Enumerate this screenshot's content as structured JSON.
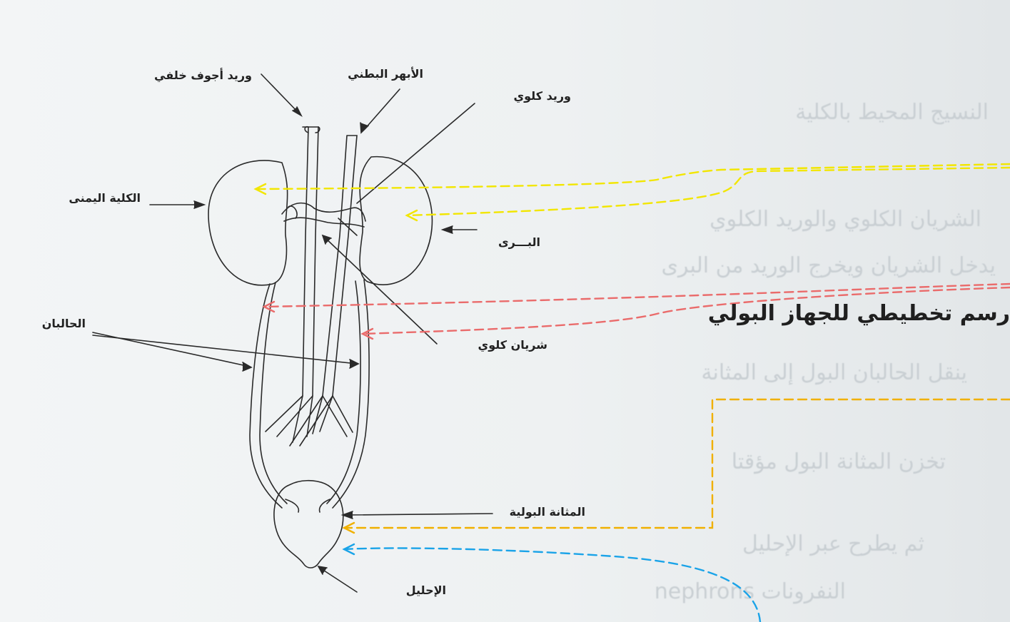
{
  "diagram": {
    "title": "رسم تخطيطي للجهاز البولي",
    "labels": {
      "posterior_vena_cava": "وريد أجوف خلفي",
      "abdominal_aorta": "الأبهر البطني",
      "renal_vein": "وريد كلوي",
      "right_kidney": "الكلية اليمنى",
      "hilum": "البـــرى",
      "renal_artery": "شريان كلوي",
      "ureters": "الحالبان",
      "urinary_bladder": "المثانة البولية",
      "urethra": "الإحليل"
    }
  },
  "background_text": {
    "line_2": "النسيج المحيط بالكلية",
    "line_3": "الشريان الكلوي والوريد الكلوي",
    "line_4": "يدخل الشريان ويخرج الوريد من البرى",
    "line_5": "ينقل الحالبان البول إلى المثانة",
    "line_6": "تخزن المثانة البول مؤقتا",
    "line_7": "ثم يطرح عبر الإحليل",
    "line_8": "النفرونات nephrons"
  },
  "colors": {
    "yellow": "#f2e600",
    "red": "#ea6b6b",
    "orange": "#f0b000",
    "blue": "#1aa3e8",
    "ink": "#2a2a2a"
  }
}
